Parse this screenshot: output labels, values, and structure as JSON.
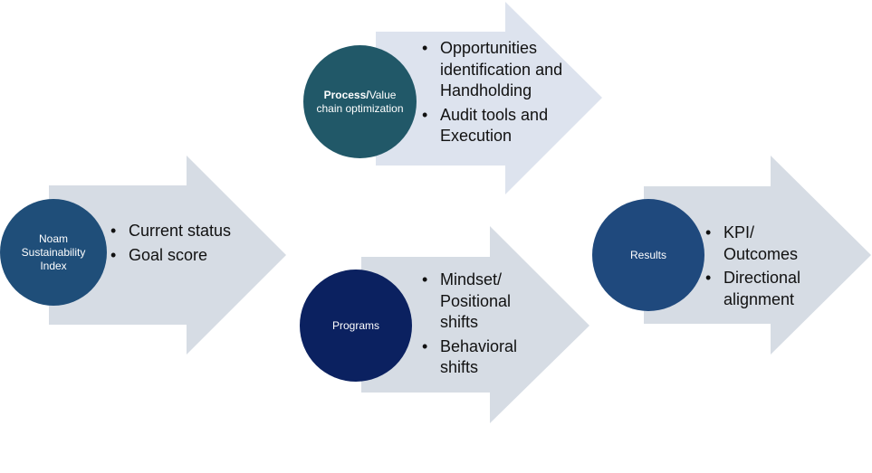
{
  "colors": {
    "arrow_fill": "#d6dce4",
    "arrow_fill_light": "#dde3ee",
    "circle_index": "#1f4e79",
    "circle_process": "#215868",
    "circle_programs": "#0b2160",
    "circle_results": "#1f497d",
    "circle_text": "#ffffff",
    "bullet_text": "#111111"
  },
  "stages": [
    {
      "id": "index",
      "circle_label": "Noam Sustainability Index",
      "bullets": [
        "Current status",
        "Goal score"
      ]
    },
    {
      "id": "process",
      "circle_label_bold": "Process/",
      "circle_label_rest": "Value chain optimization",
      "bullets": [
        "Opportunities identification and Handholding",
        "Audit tools and Execution"
      ]
    },
    {
      "id": "programs",
      "circle_label": "Programs",
      "bullets": [
        "Mindset/ Positional shifts",
        "Behavioral shifts"
      ]
    },
    {
      "id": "results",
      "circle_label": "Results",
      "bullets": [
        "KPI/ Outcomes",
        "Directional alignment"
      ]
    }
  ]
}
